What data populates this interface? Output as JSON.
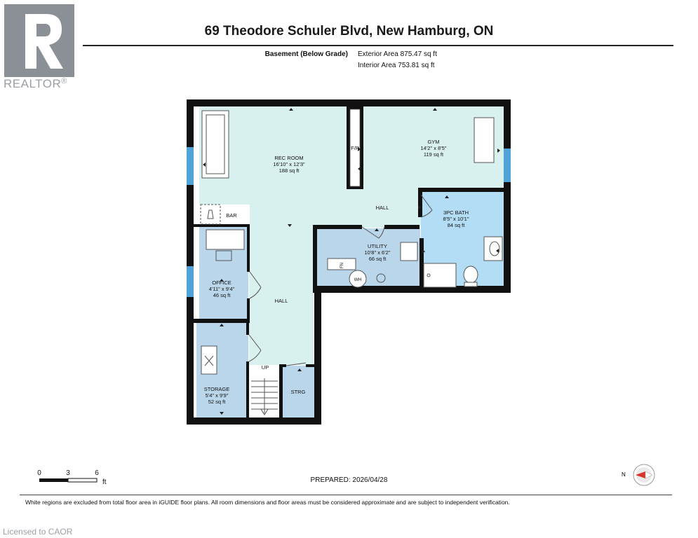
{
  "branding": {
    "realtor": "REALTOR",
    "registered": "®"
  },
  "title": "69 Theodore Schuler Blvd, New Hamburg, ON",
  "level": {
    "name": "Basement (Below Grade)",
    "exterior_area": "Exterior Area 875.47 sq ft",
    "interior_area": "Interior Area 753.81 sq ft"
  },
  "rooms": {
    "rec_room": {
      "name": "REC ROOM",
      "dims": "16'10\" x 12'3\"",
      "area": "188 sq ft"
    },
    "gym": {
      "name": "GYM",
      "dims": "14'2\" x 8'5\"",
      "area": "119 sq ft"
    },
    "bath": {
      "name": "3PC BATH",
      "dims": "8'5\" x 10'1\"",
      "area": "84 sq ft"
    },
    "utility": {
      "name": "UTILITY",
      "dims": "10'8\" x 6'2\"",
      "area": "66 sq ft"
    },
    "office": {
      "name": "OFFICE",
      "dims": "4'11\" x 9'4\"",
      "area": "46 sq ft"
    },
    "storage": {
      "name": "STORAGE",
      "dims": "5'4\" x 9'9\"",
      "area": "52 sq ft"
    }
  },
  "labels": {
    "fp": "F/P",
    "bar": "BAR",
    "hall_upper": "HALL",
    "hall_lower": "HALL",
    "up": "UP",
    "strg": "STRG",
    "wh": "WH",
    "fn": "FN"
  },
  "scale": {
    "t0": "0",
    "t3": "3",
    "t6": "6",
    "unit": "ft"
  },
  "prepared": "PREPARED: 2026/04/28",
  "compass": {
    "north": "N"
  },
  "disclaimer": "White regions are excluded from total floor area in iGUIDE floor plans. All room dimensions and floor areas must be considered approximate and are subject to independent verification.",
  "licensed": "Licensed to CAOR",
  "colors": {
    "wall": "#111111",
    "rec_fill": "#d8f0ee",
    "room_fill": "#b9d6ea",
    "bath_fill": "#b3dcf5",
    "window": "#4fa3d8"
  }
}
